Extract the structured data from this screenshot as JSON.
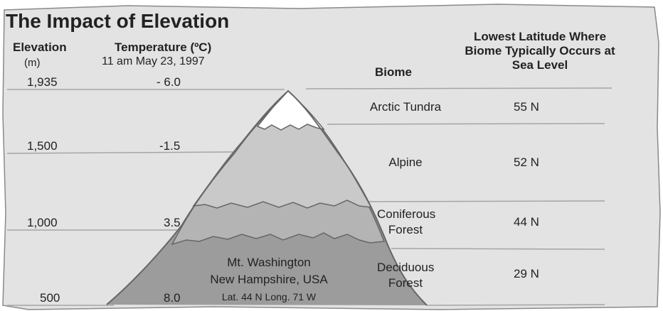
{
  "title": "The Impact of Elevation",
  "headers": {
    "elevation": "Elevation",
    "elevation_unit": "(m)",
    "temperature": "Temperature (ºC)",
    "temperature_date": "11 am May 23, 1997",
    "biome": "Biome",
    "latitude": "Lowest Latitude Where Biome Typically Occurs at Sea Level"
  },
  "elevation_rows": [
    {
      "elevation": "1,935",
      "temperature": "- 6.0"
    },
    {
      "elevation": "1,500",
      "temperature": "-1.5"
    },
    {
      "elevation": "1,000",
      "temperature": "3.5"
    },
    {
      "elevation": "500",
      "temperature": "8.0"
    }
  ],
  "biomes": [
    {
      "name": "Arctic Tundra",
      "latitude": "55 N"
    },
    {
      "name": "Alpine",
      "latitude": "52 N"
    },
    {
      "name": "Coniferous Forest",
      "latitude": "44 N"
    },
    {
      "name": "Deciduous Forest",
      "latitude": "29 N"
    }
  ],
  "mountain": {
    "name": "Mt. Washington",
    "location": "New Hampshire, USA",
    "coordinates": "Lat. 44 N  Long. 71 W"
  },
  "colors": {
    "panel": "#e3e3e3",
    "snow": "#ffffff",
    "alpine": "#c9c9c9",
    "coniferous": "#b4b4b4",
    "deciduous": "#9c9c9c",
    "outline": "#666666",
    "rule": "#a5a5a5"
  }
}
